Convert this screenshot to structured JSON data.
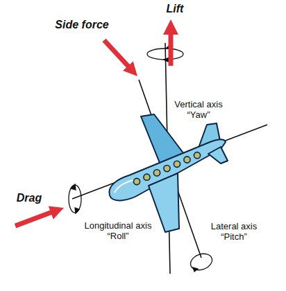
{
  "diagram": {
    "labels": [
      "Side force",
      "Lift",
      "Vertical axis “Yaw”",
      "Drag",
      "Longitudinal axis “Roll”",
      "Lateral axis “Pitch”"
    ]
  }
}
